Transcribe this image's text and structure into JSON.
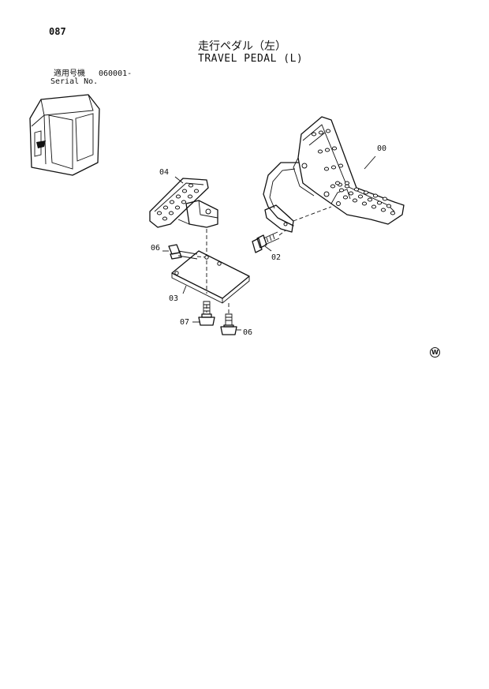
{
  "header": {
    "page_number": "087",
    "title_jp": "走行ペダル（左）",
    "title_en": "TRAVEL PEDAL (L)",
    "serial_label_jp": "適用号機",
    "serial_value": "060001-",
    "serial_label_en": "Serial No."
  },
  "callouts": {
    "c00": "00",
    "c02": "02",
    "c03": "03",
    "c04": "04",
    "c06a": "06",
    "c06b": "06",
    "c07": "07"
  },
  "marks": {
    "w": "W"
  }
}
